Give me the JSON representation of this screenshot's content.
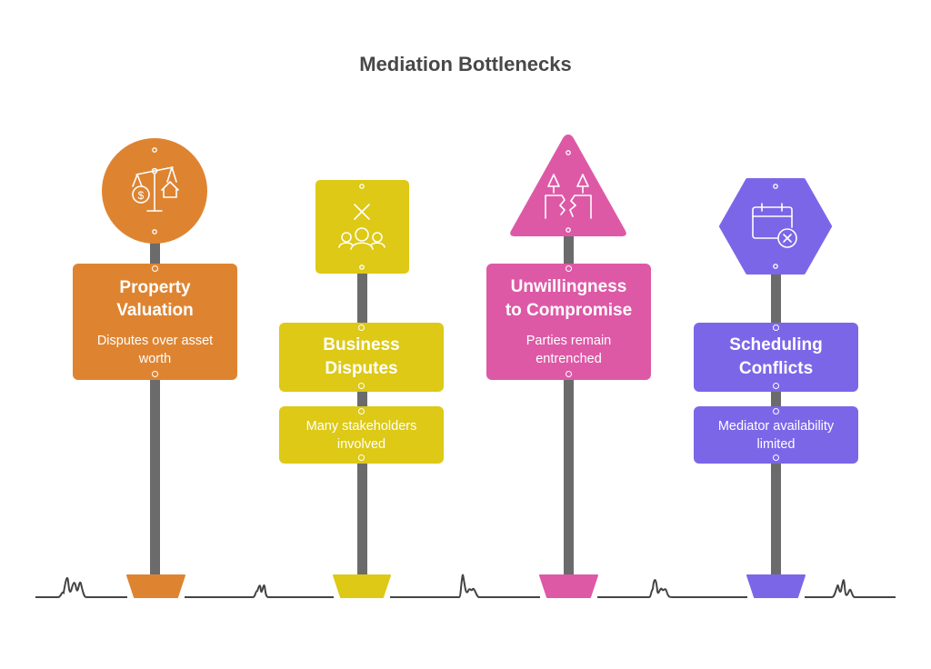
{
  "title": "Mediation Bottlenecks",
  "colors": {
    "orange": "#DE8431",
    "yellow": "#DDC916",
    "pink": "#DD59A6",
    "purple": "#7C66E8",
    "pole": "#6B6B6B",
    "ground": "#444444"
  },
  "signs": [
    {
      "id": "property-valuation",
      "shape": "circle",
      "icon": "scale-money-house-icon",
      "heading": "Property Valuation",
      "heading_line1": "Property",
      "heading_line2": "Valuation",
      "description_line1": "Disputes over asset",
      "description_line2": "worth",
      "color": "#DE8431"
    },
    {
      "id": "business-disputes",
      "shape": "square",
      "icon": "group-conflict-icon",
      "heading_line1": "Business",
      "heading_line2": "Disputes",
      "description_line1": "Many stakeholders",
      "description_line2": "involved",
      "color": "#DDC916"
    },
    {
      "id": "unwillingness-to-compromise",
      "shape": "triangle",
      "icon": "broken-bridge-icon",
      "heading_line1": "Unwillingness",
      "heading_line2": "to Compromise",
      "description_line1": "Parties remain",
      "description_line2": "entrenched",
      "color": "#DD59A6"
    },
    {
      "id": "scheduling-conflicts",
      "shape": "hexagon",
      "icon": "calendar-cancel-icon",
      "heading_line1": "Scheduling",
      "heading_line2": "Conflicts",
      "description_line1": "Mediator availability",
      "description_line2": "limited",
      "color": "#7C66E8"
    }
  ]
}
